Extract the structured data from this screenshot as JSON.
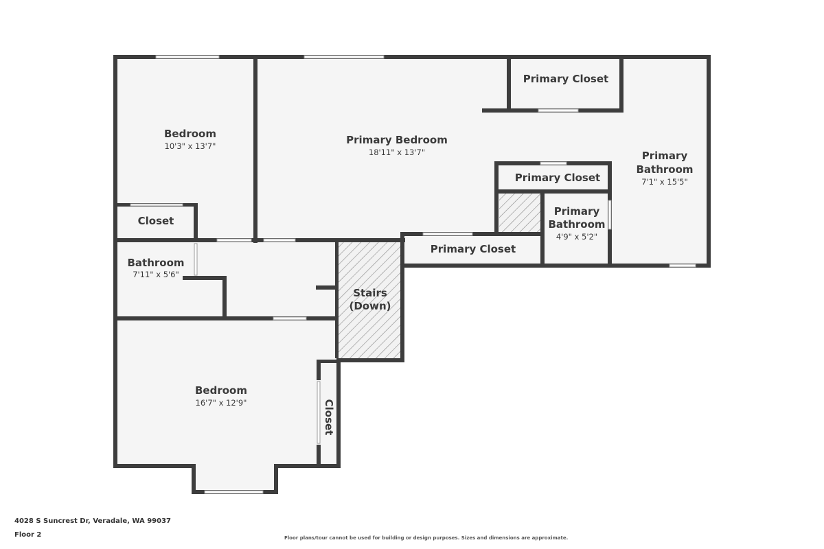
{
  "rooms": {
    "bedroom_1": {
      "name": "Bedroom",
      "dims": "10'3\" x 13'7\""
    },
    "closet_1": {
      "name": "Closet"
    },
    "bathroom": {
      "name": "Bathroom",
      "dims": "7'11\" x 5'6\""
    },
    "bedroom_2": {
      "name": "Bedroom",
      "dims": "16'7\" x 12'9\""
    },
    "closet_2": {
      "name": "Closet"
    },
    "stairs": {
      "line1": "Stairs",
      "line2": "(Down)"
    },
    "primary_bedroom": {
      "name": "Primary Bedroom",
      "dims": "18'11\" x 13'7\""
    },
    "primary_closet_top": {
      "name": "Primary Closet"
    },
    "primary_closet_mid": {
      "name": "Primary Closet"
    },
    "primary_closet_bottom": {
      "name": "Primary Closet"
    },
    "primary_bathroom_large": {
      "line1": "Primary",
      "line2": "Bathroom",
      "dims": "7'1\" x 15'5\""
    },
    "primary_bathroom_small": {
      "line1": "Primary",
      "line2": "Bathroom",
      "dims": "4'9\" x 5'2\""
    }
  },
  "footer": {
    "address": "4028 S Suncrest Dr, Veradale, WA 99037",
    "floor": "Floor 2",
    "disclaimer": "Floor plans/tour cannot be used for building or design purposes. Sizes and dimensions are approximate."
  },
  "colors": {
    "wall": "#3d3d3d",
    "floor": "#f5f5f5",
    "stairs_hatch": "#8a8a8a"
  }
}
